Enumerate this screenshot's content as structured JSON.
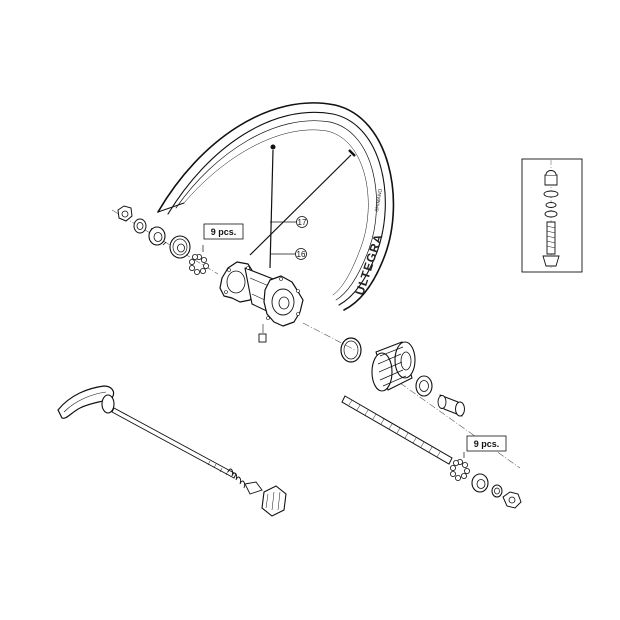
{
  "rim": {
    "model_text": "ULTEGRA",
    "brand_text": "SHIMANO"
  },
  "callouts": {
    "spoke_qty_top": "9 pcs.",
    "spoke_qty_bottom": "9 pcs.",
    "ref_upper": "17",
    "ref_lower": "16"
  }
}
